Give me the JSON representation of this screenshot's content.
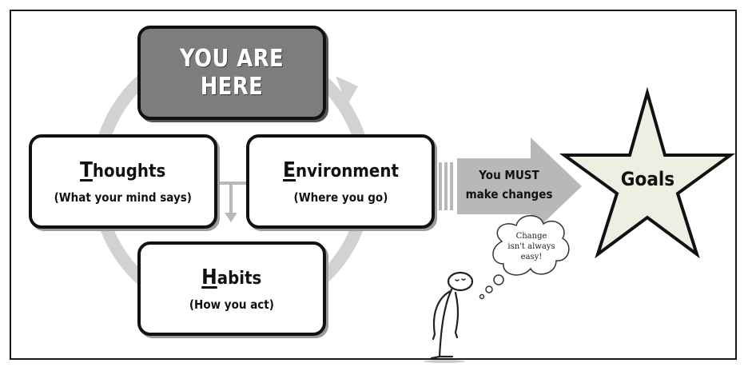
{
  "you_are_here": "YOU ARE HERE",
  "thoughts": {
    "initial": "T",
    "rest": "houghts",
    "subtitle": "(What your mind says)"
  },
  "environment": {
    "initial": "E",
    "rest": "nvironment",
    "subtitle": "(Where you go)"
  },
  "habits": {
    "initial": "H",
    "rest": "abits",
    "subtitle": "(How you act)"
  },
  "arrow": {
    "line1": "You MUST",
    "line2": "make changes"
  },
  "goals": "Goals",
  "thought_bubble": {
    "line1": "Change",
    "line2": "isn't always",
    "line3": "easy!"
  },
  "colors": {
    "cycle_ring": "#d2d2d2",
    "here_fill": "#7d7d7d",
    "arrow_fill": "#b8b8b8",
    "star_fill": "#efeee2"
  },
  "icons": [
    "cycle-arrow-icon",
    "double-arrow-icon",
    "big-right-arrow-icon",
    "star-icon",
    "stick-figure-icon",
    "thought-bubble-icon"
  ]
}
